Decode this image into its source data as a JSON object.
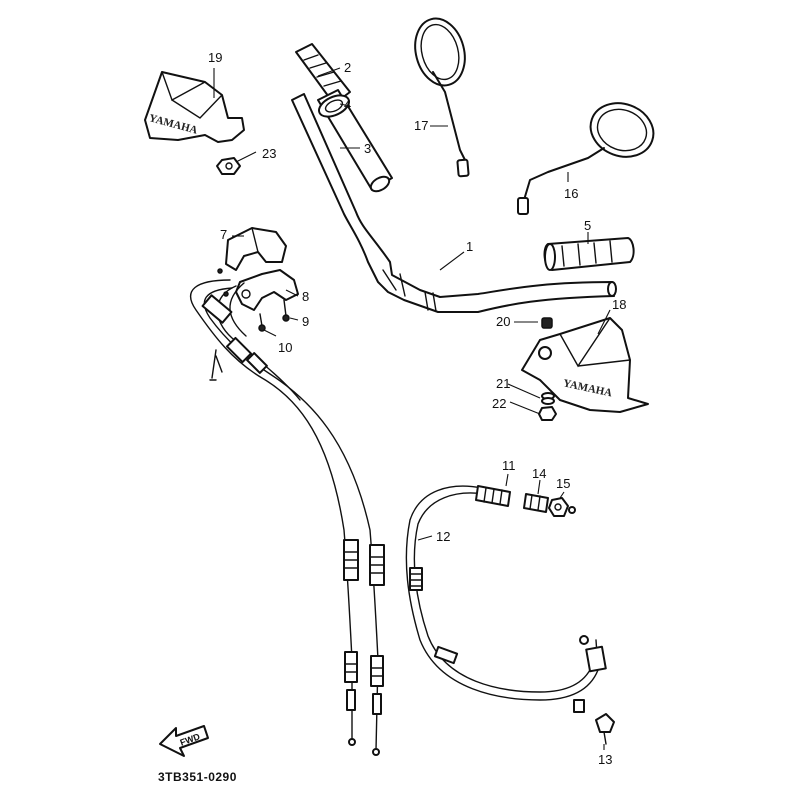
{
  "diagram": {
    "part_code": "3TB351-0290",
    "fwd_label": "FWD",
    "brand_text": "YAMAHA",
    "callouts": {
      "p1": "1",
      "p2": "2",
      "p3": "3",
      "p4": "4",
      "p5": "5",
      "p7": "7",
      "p8": "8",
      "p9": "9",
      "p10": "10",
      "p11": "11",
      "p12": "12",
      "p13": "13",
      "p14": "14",
      "p15": "15",
      "p16": "16",
      "p17": "17",
      "p18": "18",
      "p19": "19",
      "p20": "20",
      "p21": "21",
      "p22": "22",
      "p23": "23"
    }
  }
}
